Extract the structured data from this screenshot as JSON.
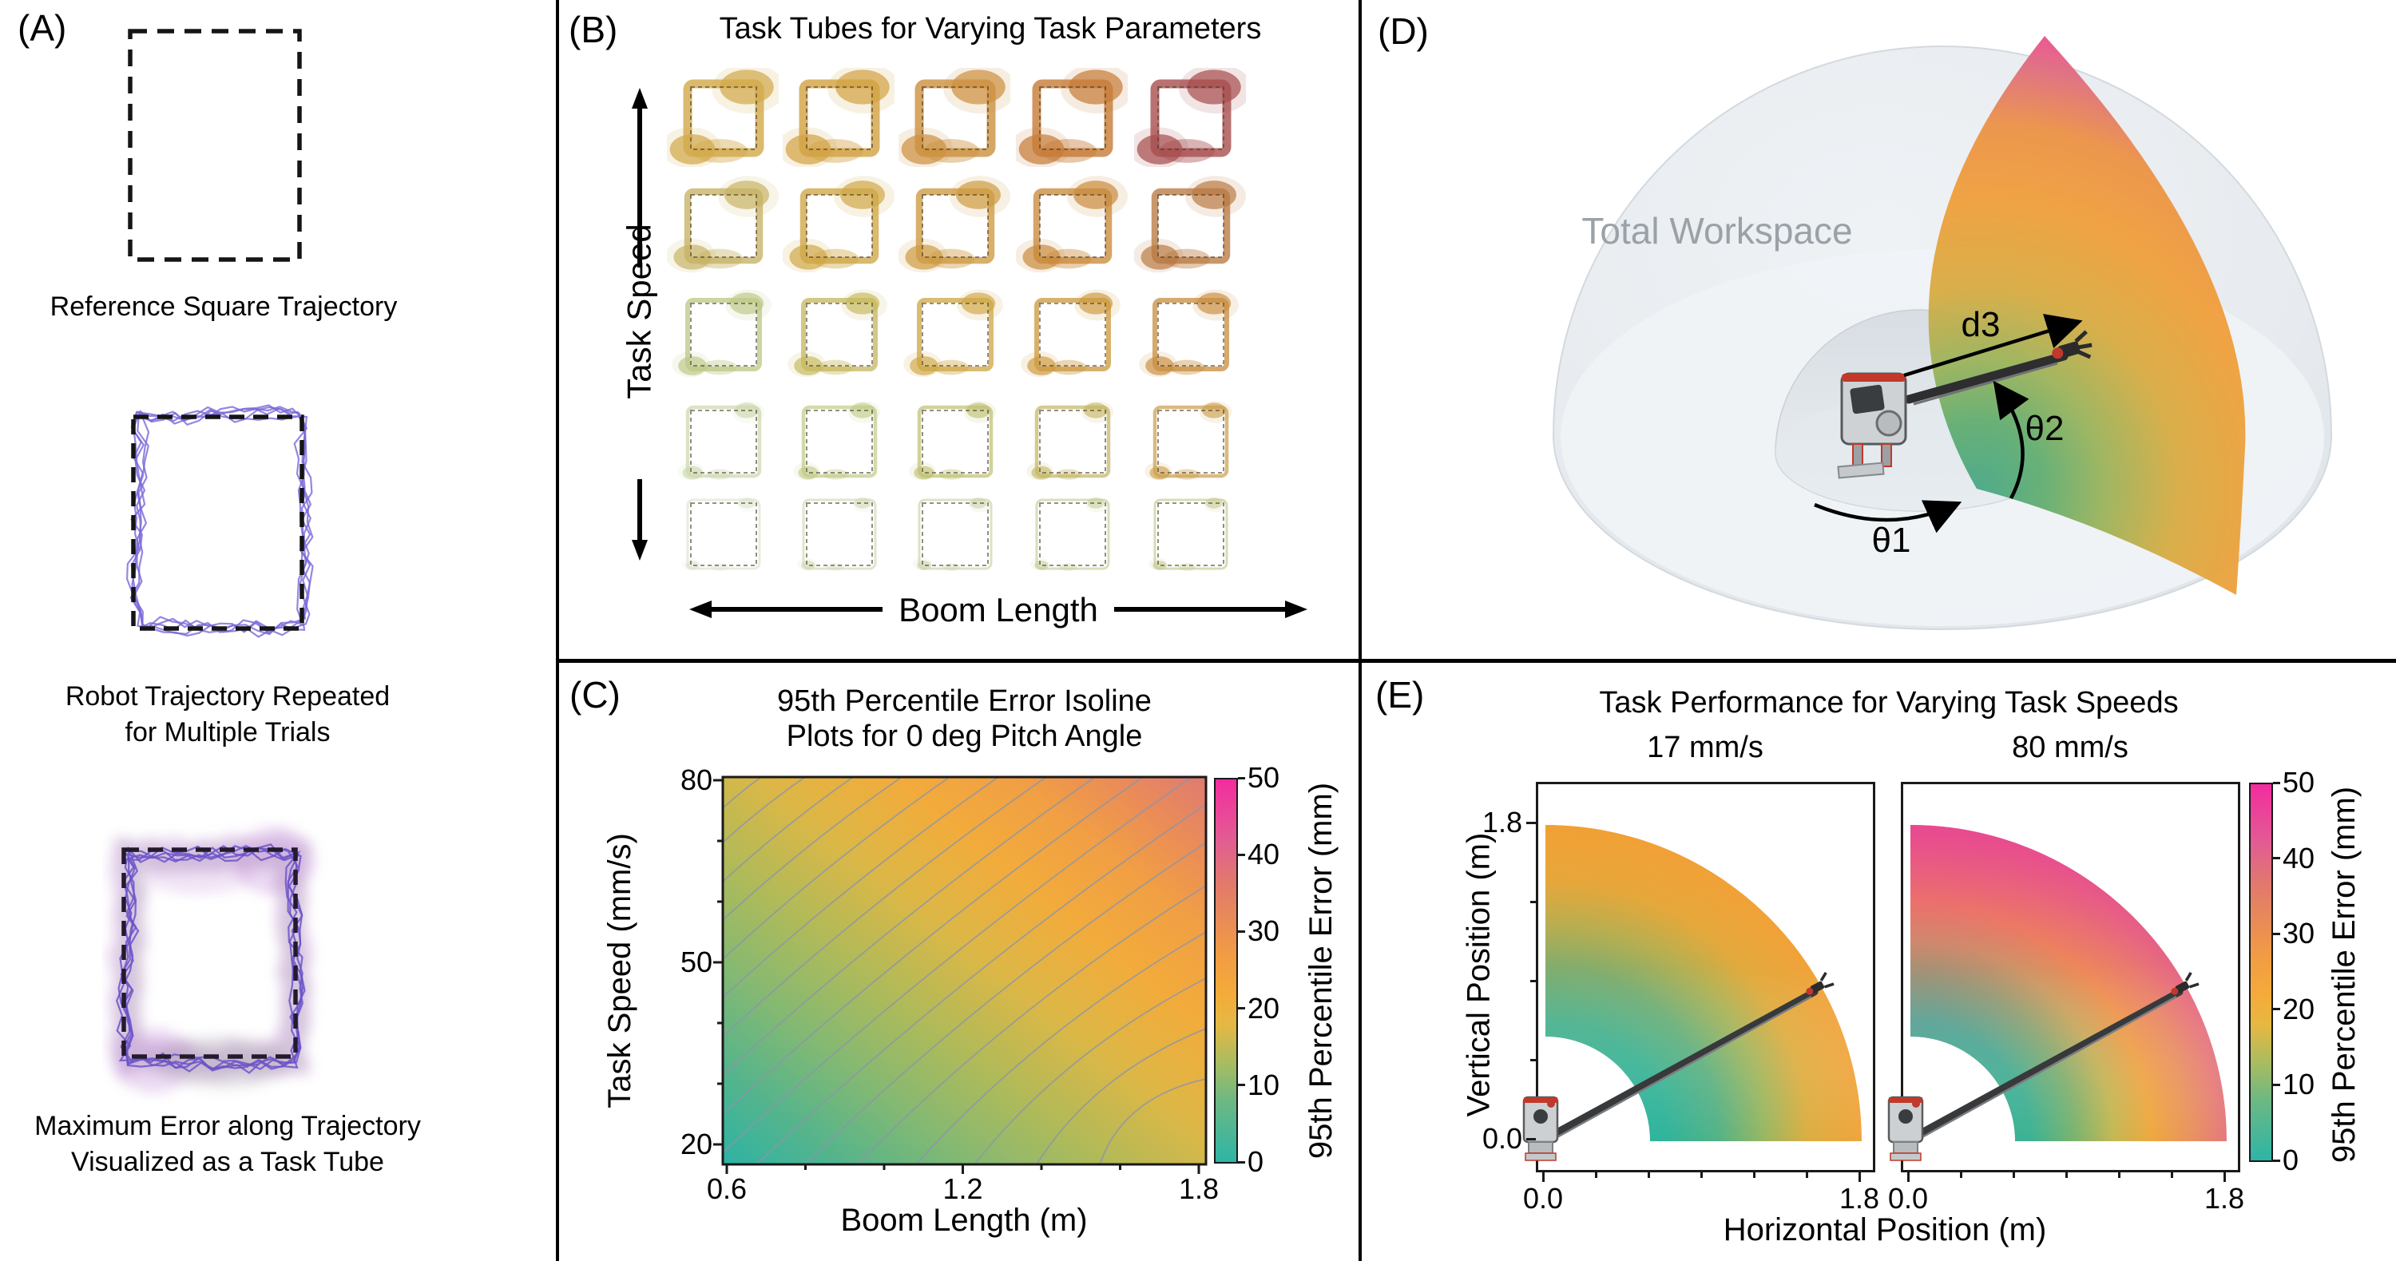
{
  "panelA": {
    "tag": "(A)",
    "caption1": "Reference Square Trajectory",
    "caption2_line1": "Robot Trajectory Repeated",
    "caption2_line2": "for Multiple Trials",
    "caption3_line1": "Maximum Error along Trajectory",
    "caption3_line2": "Visualized as a Task Tube",
    "trace_color": "#7b68d8",
    "tube_purple": "#c493d8",
    "tube_gray": "#a89fae",
    "dash_color": "#151515"
  },
  "panelB": {
    "tag": "(B)",
    "title": "Task Tubes for Varying Task Parameters",
    "y_axis_label": "Task Speed",
    "x_axis_label": "Boom Length",
    "grid_rows": 5,
    "grid_cols": 5,
    "cell_colors": [
      [
        "#d2a94a",
        "#d2a243",
        "#cc9140",
        "#c67c38",
        "#a84f4f"
      ],
      [
        "#c6b264",
        "#cfa746",
        "#cd9a40",
        "#c98a3c",
        "#b97a42"
      ],
      [
        "#bec887",
        "#c6b95e",
        "#cfa847",
        "#cc9a40",
        "#c98f41"
      ],
      [
        "#ccd8ae",
        "#c2cc89",
        "#bfc172",
        "#c3b765",
        "#cc9f4d"
      ],
      [
        "#dce4cf",
        "#d0dab6",
        "#cbd4a8",
        "#c8cf9b",
        "#c6cb92"
      ]
    ],
    "row_blob_scale": [
      1.35,
      1.12,
      0.85,
      0.6,
      0.42
    ],
    "row_tube_width": [
      11,
      8.5,
      6,
      4.5,
      3
    ],
    "row_opacity": [
      0.95,
      0.92,
      0.9,
      0.85,
      0.8
    ]
  },
  "panelC": {
    "tag": "(C)",
    "title_line1": "95th Percentile Error Isoline",
    "title_line2": "Plots for 0 deg Pitch Angle",
    "xlabel": "Boom Length (m)",
    "ylabel": "Task Speed (mm/s)",
    "xticks": [
      "0.6",
      "1.2",
      "1.8"
    ],
    "yticks": [
      "80",
      "50",
      "20"
    ],
    "contour_line_color": "#8d95a9"
  },
  "colorbar": {
    "label": "95th Percentile Error (mm)",
    "ticks": [
      "50",
      "40",
      "30",
      "20",
      "10",
      "0"
    ],
    "stops": [
      [
        "0%",
        "#2db5a6"
      ],
      [
        "16%",
        "#6db883"
      ],
      [
        "26%",
        "#a9bc60"
      ],
      [
        "36%",
        "#e6b843"
      ],
      [
        "44%",
        "#f4ab3a"
      ],
      [
        "54%",
        "#f19c44"
      ],
      [
        "64%",
        "#e88a59"
      ],
      [
        "74%",
        "#e1776f"
      ],
      [
        "84%",
        "#e25d92"
      ],
      [
        "100%",
        "#f32c9f"
      ]
    ]
  },
  "panelD": {
    "tag": "(D)",
    "workspace_label": "Total Workspace",
    "ann_d3": "d3",
    "ann_theta2": "θ2",
    "ann_theta1": "θ1"
  },
  "panelE": {
    "tag": "(E)",
    "title": "Task Performance for Varying Task Speeds",
    "subplot1_title": "17 mm/s",
    "subplot2_title": "80 mm/s",
    "xlabel": "Horizontal Position (m)",
    "ylabel": "Vertical Position (m)",
    "xticks": [
      "0.0",
      "1.8"
    ],
    "yticks": [
      "1.8",
      "0.0"
    ]
  },
  "chart_data": [
    {
      "type": "heatmap",
      "panel": "C",
      "title": "95th Percentile Error Isoline Plots for 0 deg Pitch Angle",
      "xlabel": "Boom Length (m)",
      "ylabel": "Task Speed (mm/s)",
      "xlim": [
        0.6,
        1.8
      ],
      "ylim": [
        17,
        80
      ],
      "xticks": [
        0.6,
        1.2,
        1.8
      ],
      "yticks": [
        20,
        50,
        80
      ],
      "colorbar_label": "95th Percentile Error (mm)",
      "colorbar_range": [
        0,
        50
      ],
      "colorbar_ticks": [
        0,
        10,
        20,
        30,
        40,
        50
      ],
      "value_corners": {
        "low_boom_low_speed": 2,
        "high_boom_low_speed": 17,
        "low_boom_high_speed": 12,
        "high_boom_high_speed": 30
      },
      "legend_position": "right",
      "grid": false,
      "note": "Diagonal isolines; error grows with boom length and task speed from teal (low) to orange-pink (high)"
    },
    {
      "type": "heatmap",
      "panel": "E (17 mm/s)",
      "title": "17 mm/s",
      "xlabel": "Horizontal Position (m)",
      "ylabel": "Vertical Position (m)",
      "xlim": [
        0.0,
        1.8
      ],
      "ylim": [
        0.0,
        1.8
      ],
      "shape": "quarter annulus, inner radius ~0.6 m, outer radius 1.8 m",
      "colorbar_range": [
        0,
        50
      ],
      "value_pattern": {
        "inner_low_region": 5,
        "outer_bottom": 13,
        "outer_top": 23
      },
      "note": "Teal near base/inner radius, orange toward top of workspace"
    },
    {
      "type": "heatmap",
      "panel": "E (80 mm/s)",
      "title": "80 mm/s",
      "xlabel": "Horizontal Position (m)",
      "ylabel": "Vertical Position (m)",
      "xlim": [
        0.0,
        1.8
      ],
      "ylim": [
        0.0,
        1.8
      ],
      "shape": "quarter annulus, inner radius ~0.6 m, outer radius 1.8 m",
      "colorbar_range": [
        0,
        50
      ],
      "value_pattern": {
        "inner_low_region": 10,
        "outer_bottom": 28,
        "outer_top": 47
      },
      "note": "Green-teal near base, orange mid-field, magenta at top of workspace"
    },
    {
      "type": "table",
      "panel": "B",
      "title": "Task Tubes for Varying Task Parameters",
      "x_axis": "Boom Length (increasing right)",
      "y_axis": "Task Speed (increasing up)",
      "rows": 5,
      "cols": 5,
      "note": "5x5 grid of square task tubes; tube thickness/error and warm color increase with boom length and task speed, from pale green (bottom-left) to dark red (top-right)"
    }
  ]
}
